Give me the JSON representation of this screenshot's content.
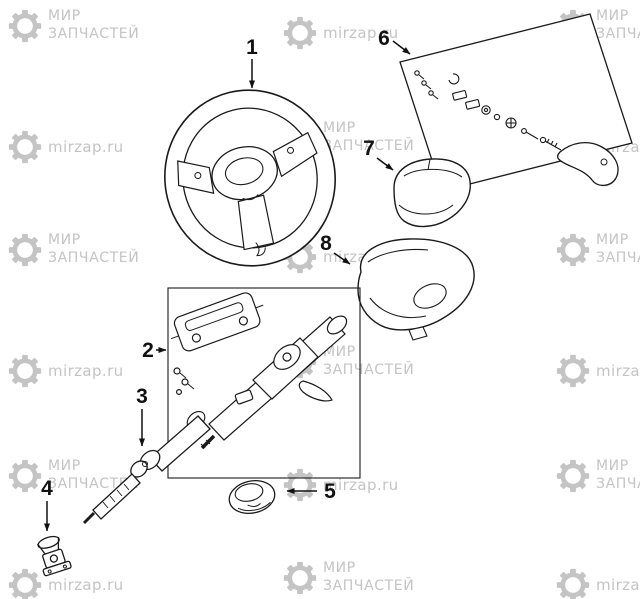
{
  "watermark": {
    "icon": "gear-icon",
    "brand_line1": "МИР",
    "brand_line2": "ЗАПЧАСТЕЙ",
    "site_text": "mirzap.ru"
  },
  "callouts": [
    "1",
    "2",
    "3",
    "4",
    "5",
    "6",
    "7",
    "8"
  ],
  "colors": {
    "background": "#ffffff",
    "line": "#1a1a1a",
    "watermark": "#c4c4c4",
    "label": "#111111"
  }
}
